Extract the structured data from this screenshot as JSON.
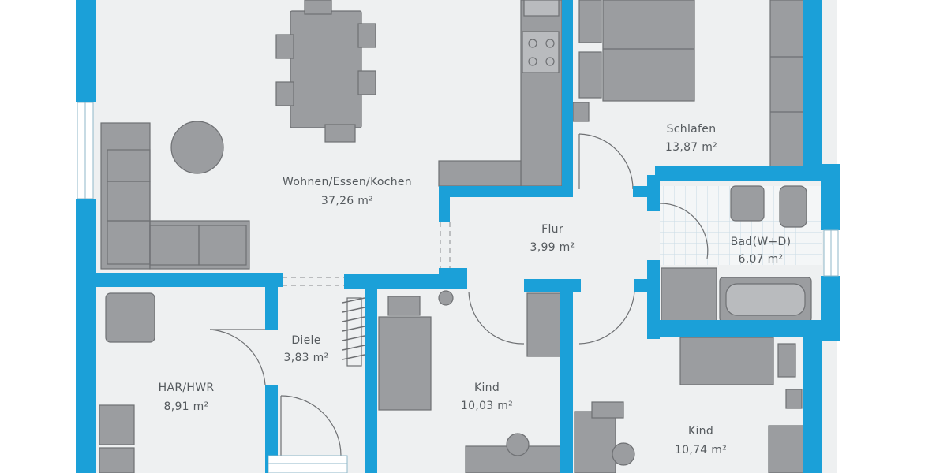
{
  "rooms": {
    "wohnen": {
      "name": "Wohnen/Essen/Kochen",
      "area": "37,26 m²"
    },
    "schlafen": {
      "name": "Schlafen",
      "area": "13,87 m²"
    },
    "flur": {
      "name": "Flur",
      "area": "3,99 m²"
    },
    "bad": {
      "name": "Bad(W+D)",
      "area": "6,07 m²"
    },
    "diele": {
      "name": "Diele",
      "area": "3,83 m²"
    },
    "har": {
      "name": "HAR/HWR",
      "area": "8,91 m²"
    },
    "kind1": {
      "name": "Kind",
      "area": "10,03 m²"
    },
    "kind2": {
      "name": "Kind",
      "area": "10,74 m²"
    }
  },
  "colors": {
    "wall": "#1ba0d8",
    "furniture": "#9b9da0",
    "furniture_stroke": "#6e7073",
    "floor": "#eef0f1",
    "tile_line": "#c9dbe4",
    "text": "#555a5e"
  }
}
